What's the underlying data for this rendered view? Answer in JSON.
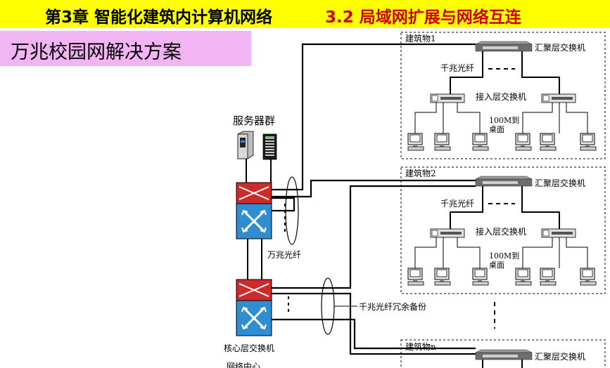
{
  "header": {
    "chapter": "第3章 智能化建筑内计算机网络",
    "section": "3.2 局域网扩展与网络互连",
    "bg_color": "#ffff00",
    "section_color": "#d00000"
  },
  "title": {
    "text": "万兆校园网解决方案",
    "bg_color": "#f3b4f4"
  },
  "diagram": {
    "server_group": "服务器群",
    "tengig_fiber": "万兆光纤",
    "gig_fiber_backup": "千兆光纤冗余备份",
    "core_switch": "核心层交换机",
    "network_center": "网络中心",
    "building1": {
      "name": "建筑物1",
      "agg_switch": "汇聚层交换机",
      "gig_fiber": "千兆光纤",
      "access_switch": "接入层交换机",
      "desktop_line1": "100M到",
      "desktop_line2": "桌面"
    },
    "building2": {
      "name": "建筑物2",
      "agg_switch": "汇聚层交换机",
      "gig_fiber": "千兆光纤",
      "access_switch": "接入层交换机",
      "desktop_line1": "100M到",
      "desktop_line2": "桌面"
    },
    "buildingn": {
      "name": "建筑物n",
      "agg_switch": "汇聚层交换机"
    }
  }
}
